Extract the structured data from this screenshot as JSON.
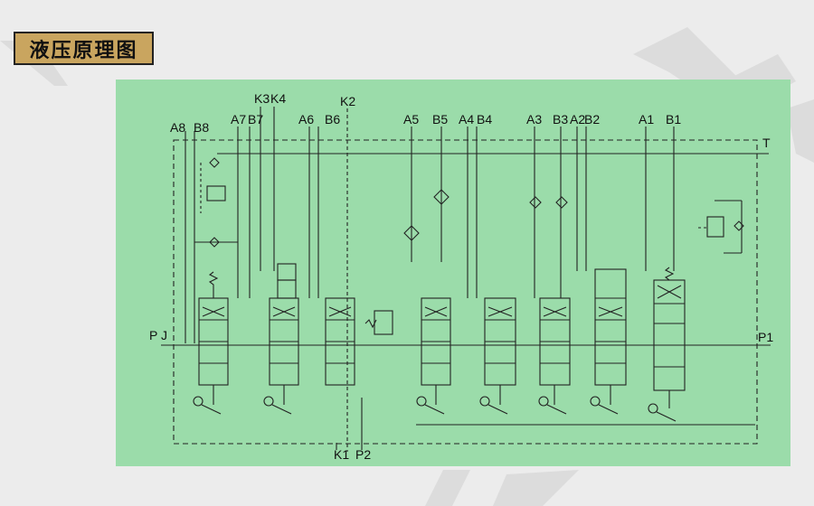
{
  "header": {
    "title": "液压原理图"
  },
  "colors": {
    "panel": "#9bdcaa",
    "line": "#222222",
    "tag": "#c9a55f",
    "background": "#ececec"
  },
  "port_labels": {
    "A8": "A8",
    "B8": "B8",
    "A7": "A7",
    "B7": "B7",
    "K3": "K3",
    "K4": "K4",
    "A6": "A6",
    "B6": "B6",
    "K2": "K2",
    "A5": "A5",
    "B5": "B5",
    "A4": "A4",
    "B4": "B4",
    "A3": "A3",
    "B3": "B3",
    "A2": "A2",
    "B2": "B2",
    "A1": "A1",
    "B1": "B1",
    "T": "T",
    "PJ": "P J",
    "P1": "P1",
    "K1": "K1",
    "P2": "P2"
  }
}
